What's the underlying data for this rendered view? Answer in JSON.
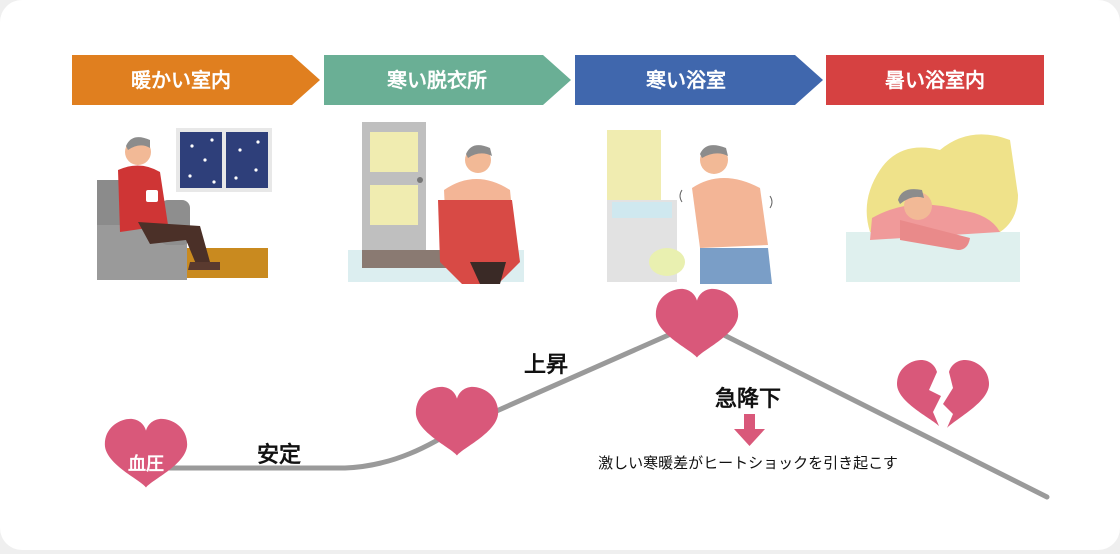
{
  "stages": [
    {
      "label": "暖かい室内",
      "color": "#e07f1f"
    },
    {
      "label": "寒い脱衣所",
      "color": "#6aaf95"
    },
    {
      "label": "寒い浴室",
      "color": "#4067ad"
    },
    {
      "label": "暑い浴室内",
      "color": "#d64141"
    }
  ],
  "curve": {
    "heart_label": "血圧",
    "stable": "安定",
    "rise": "上昇",
    "drop": "急降下",
    "caption": "激しい寒暖差がヒートショックを引き起こす",
    "heart_color": "#d9587a",
    "line_color": "#9a9a9a"
  }
}
